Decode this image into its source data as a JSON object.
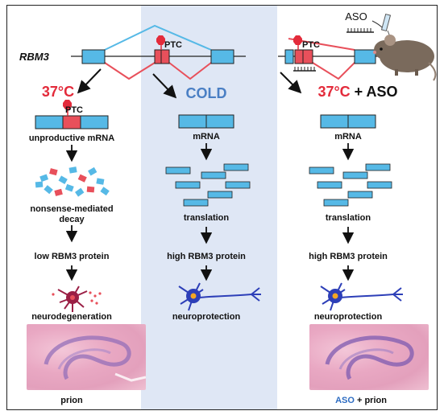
{
  "gene": "RBM3",
  "ptc": "PTC",
  "aso_label": "ASO",
  "left": {
    "condition": "37°C",
    "steps": [
      "unproductive mRNA",
      "nonsense-mediated decay",
      "low RBM3 protein",
      "neurodegeneration",
      "prion"
    ]
  },
  "middle": {
    "condition": "COLD",
    "steps": [
      "mRNA",
      "translation",
      "high RBM3 protein",
      "neuroprotection"
    ]
  },
  "right": {
    "condition_temp": "37°C",
    "condition_plus": " + ASO",
    "steps": [
      "mRNA",
      "translation",
      "high RBM3 protein",
      "neuroprotection"
    ],
    "bottom_aso": "ASO",
    "bottom_rest": " + prion"
  },
  "colors": {
    "exon_blue": "#56b9e6",
    "ptc_red": "#e8505b",
    "cold_bg": "#dfe7f5",
    "cold_text": "#4a7fc4",
    "warm_text": "#e32b3b",
    "neuron_red": "#9a1f45",
    "neuron_blue": "#2d3fb8"
  }
}
